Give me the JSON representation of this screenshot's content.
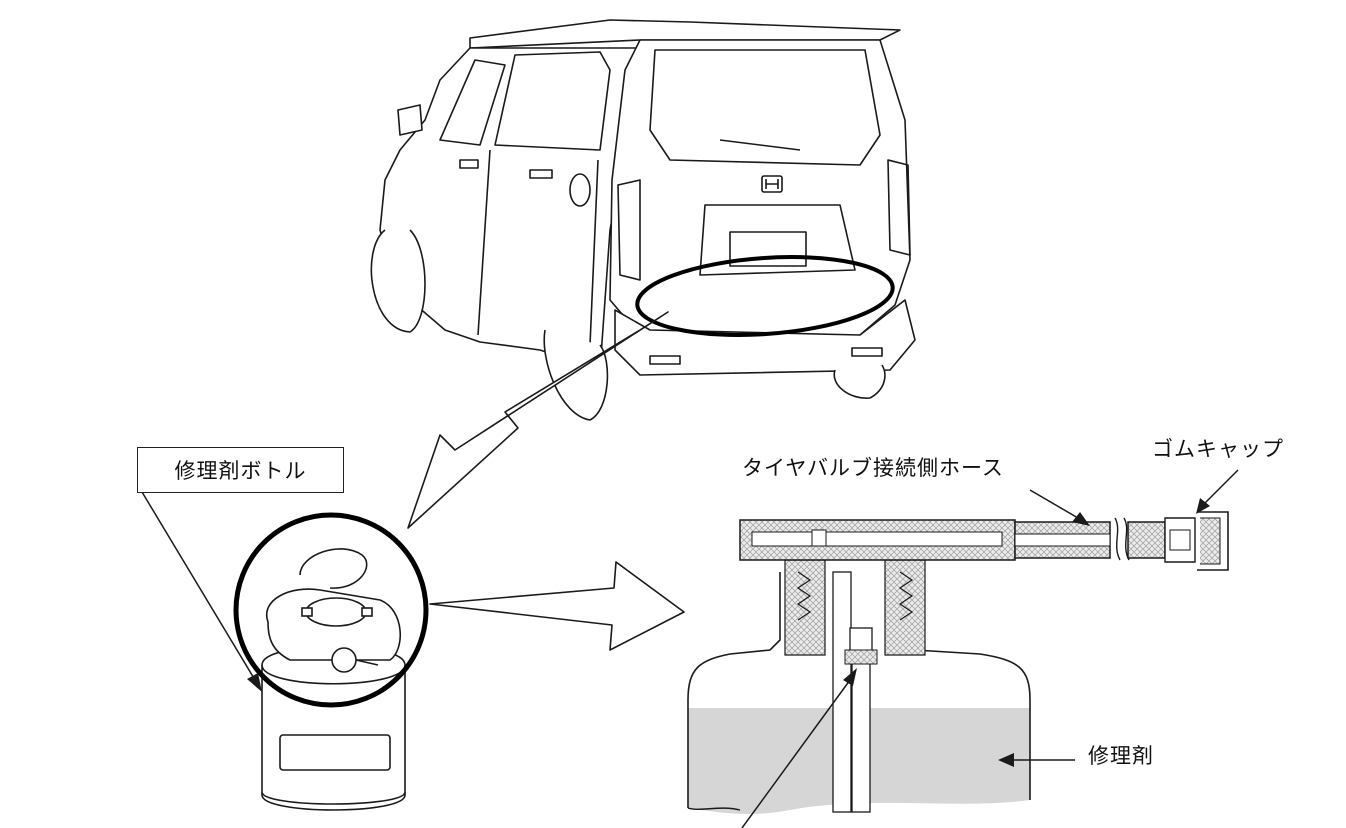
{
  "labels": {
    "bottle": "修理剤ボトル",
    "hose": "タイヤバルブ接続側ホース",
    "cap": "ゴムキャップ",
    "agent": "修理剤"
  },
  "colors": {
    "line": "#1a1a1a",
    "liquid": "#d6d6d6",
    "hatch": "#a8a8a8",
    "background": "#ffffff"
  }
}
